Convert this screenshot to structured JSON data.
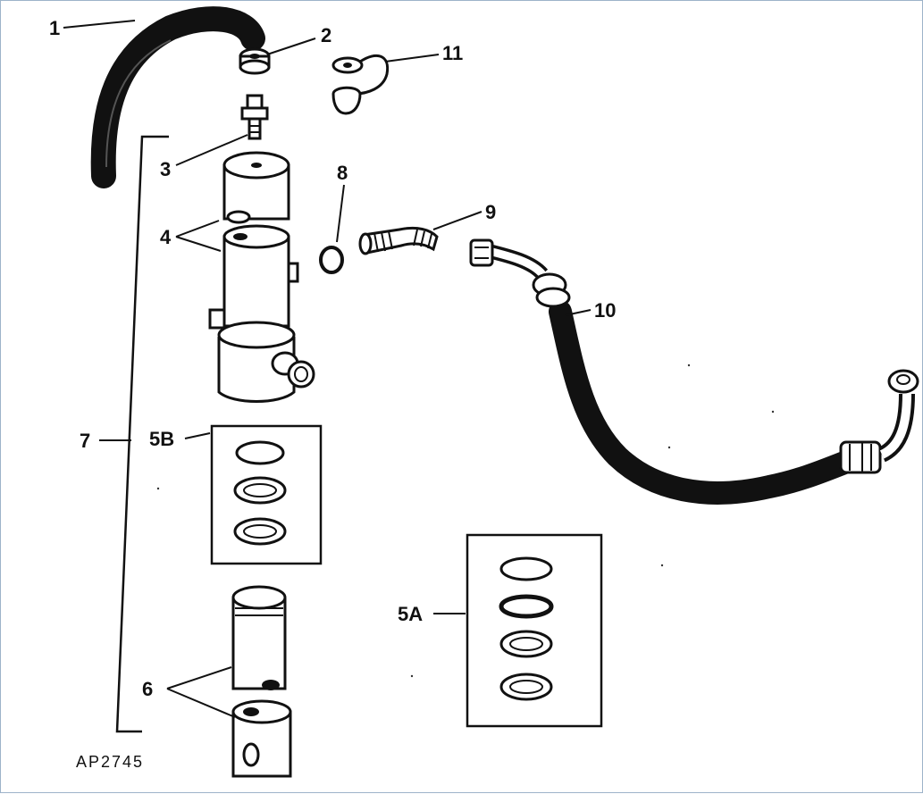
{
  "figure_id": "AP2745",
  "callouts": {
    "c1": "1",
    "c2": "2",
    "c3": "3",
    "c4": "4",
    "c5A": "5A",
    "c5B": "5B",
    "c6": "6",
    "c7": "7",
    "c8": "8",
    "c9": "9",
    "c10": "10",
    "c11": "11"
  },
  "colors": {
    "ink": "#111111",
    "frame": "#9db3c9",
    "paper": "#ffffff"
  }
}
